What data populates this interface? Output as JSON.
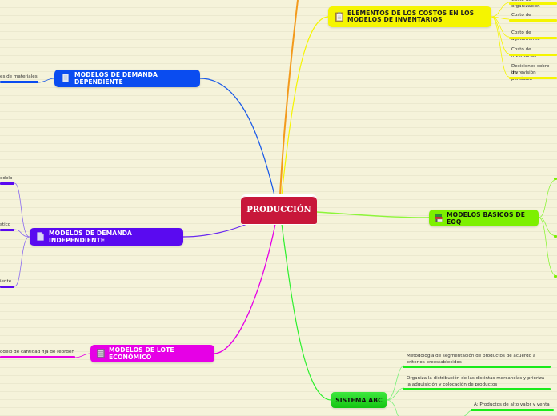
{
  "root": {
    "label": "PRODUCCIÓN",
    "color": "#c8173a"
  },
  "branches": {
    "elementos": {
      "label_line1": "ELEMENTOS DE LOS COSTOS EN LOS",
      "label_line2": "MODELOS DE INVENTARIOS",
      "color": "#f5f500",
      "icon": "clipboard-icon",
      "children": [
        "Costo de organización",
        "Costo de mantenimiento",
        "Costo de agotamiento",
        "Costo de inventarios",
        "Decisiones sobre inv",
        "de revisión periódica"
      ]
    },
    "dependiente": {
      "label": "MODELOS DE DEMANDA DEPENDIENTE",
      "color": "#0a4cf0",
      "icon": "document-icon",
      "children": [
        "es de materiales"
      ]
    },
    "independiente": {
      "label": "MODELOS DE DEMANDA INDEPENDIENTE",
      "color": "#5a0af0",
      "icon": "document-icon",
      "children": [
        "odelo",
        "stico",
        "iente"
      ]
    },
    "lote": {
      "label": "MODELOS DE LOTE ECONÓMICO",
      "color": "#e600e6",
      "icon": "building-icon",
      "children": [
        "odelo de cantidad fija de reorden"
      ]
    },
    "eoq": {
      "label": "MODELOS BASICOS DE EOQ",
      "color": "#7df000",
      "icon": "books-icon",
      "children": []
    },
    "abc": {
      "label": "SISTEMA ABC",
      "color": "#1adb1a",
      "children": [
        "Metodología de segmentación de productos de acuerdo a",
        "criterios preestablecidos",
        "Organiza la distribución de las distintas mercancías y prioriza",
        "la adquisición y colocación de productos",
        "A: Productos de alto valor y venta"
      ]
    }
  }
}
